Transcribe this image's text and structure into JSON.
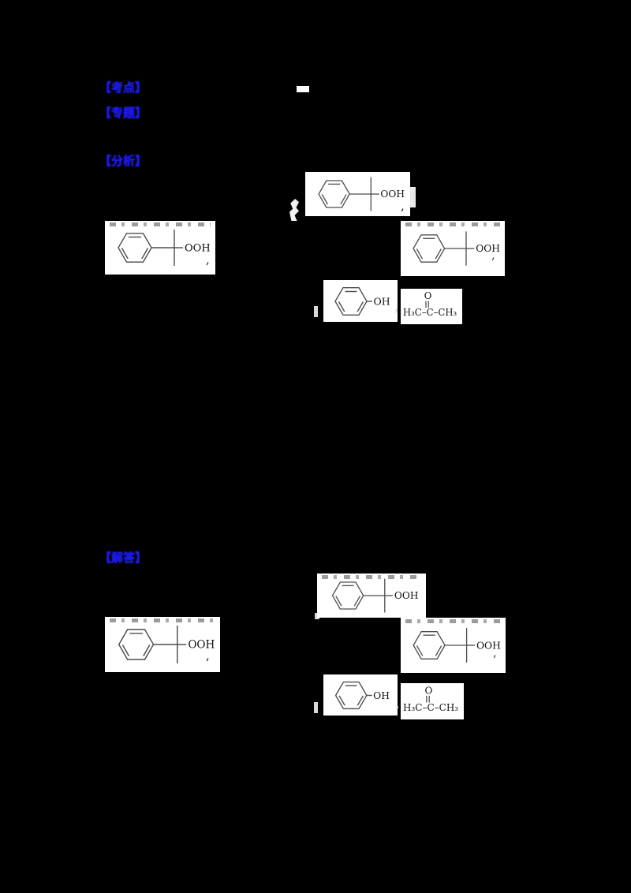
{
  "page": {
    "background_color": "#000000",
    "accent_blue": "#1b17ee"
  },
  "sections": {
    "kaodian_label": "【考点】",
    "zhuanti_label": "【专题】",
    "fenxi_label": "【分析】",
    "jieda_label": "【解答】"
  },
  "chemistry": {
    "hydroperoxide_group": "OOH",
    "hydroxyl_group": "OH",
    "acetone_formula": "H₃C–C–CH₃",
    "oxygen_atom": "O"
  },
  "punctuation": {
    "list_comma": "，",
    "small_comma": ","
  }
}
